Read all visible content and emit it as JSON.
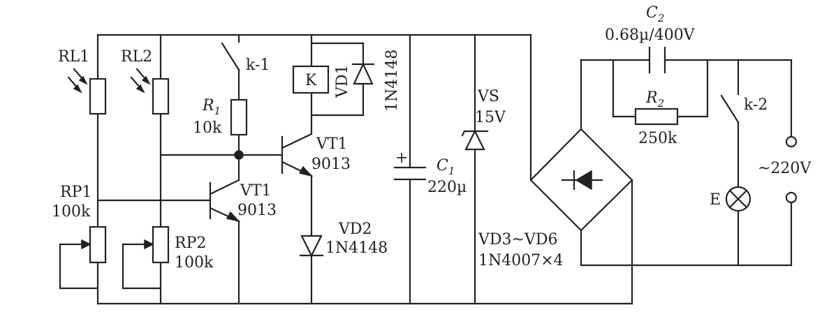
{
  "labels": {
    "rl1": "RL1",
    "rl2": "RL2",
    "k1": "k-1",
    "r1_name": "R",
    "r1_sub": "1",
    "r1_val": "10k",
    "relay": "K",
    "vd1": "VD1",
    "vd1_part": "1N4148",
    "vt1_top": "VT1",
    "vt1_top_part": "9013",
    "vt1_bot": "VT1",
    "vt1_bot_part": "9013",
    "rp1": "RP1",
    "rp1_val": "100k",
    "rp2": "RP2",
    "rp2_val": "100k",
    "vd2": "VD2",
    "vd2_part": "1N4148",
    "c1_plus": "+",
    "c1_name": "C",
    "c1_sub": "1",
    "c1_val": "220µ",
    "vs": "VS",
    "vs_val": "15V",
    "bridge": "VD3~VD6",
    "bridge_part": "1N4007×4",
    "c2_name": "C",
    "c2_sub": "2",
    "c2_val": "0.68µ/400V",
    "r2_name": "R",
    "r2_sub": "2",
    "r2_val": "250k",
    "k2": "k-2",
    "ac": "~220V",
    "lamp": "E"
  }
}
